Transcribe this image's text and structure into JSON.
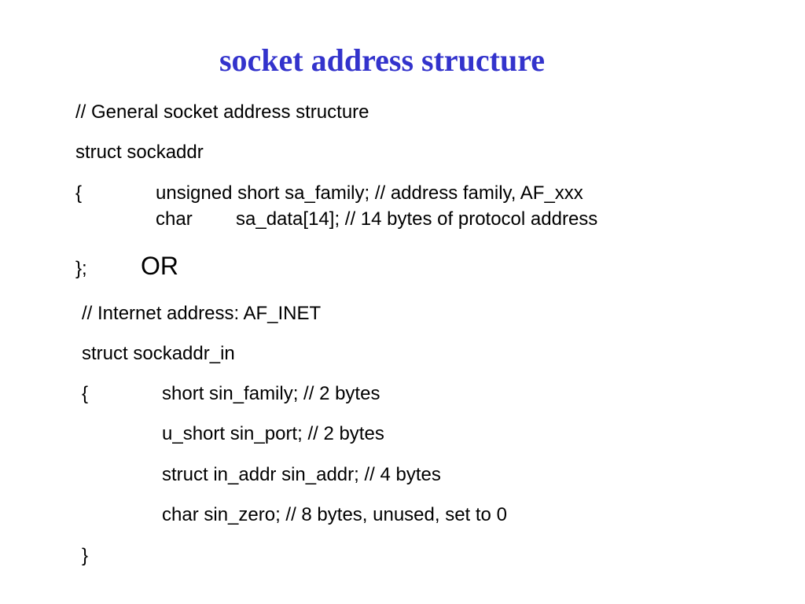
{
  "slide": {
    "title": "socket address structure",
    "accent_color": "#3333cc"
  },
  "sockaddr": {
    "comment": "// General socket address structure",
    "decl": "struct sockaddr",
    "open_brace": "{",
    "field1": "unsigned short sa_family; // address family, AF_xxx",
    "field2_type": "char",
    "field2_rest": "sa_data[14]; // 14 bytes of protocol address",
    "close_brace": "};"
  },
  "separator": "OR",
  "sockaddr_in": {
    "comment": "// Internet address: AF_INET",
    "decl": "struct sockaddr_in",
    "open_brace": "{",
    "fields": [
      "short sin_family;  // 2 bytes",
      "u_short sin_port;  // 2 bytes",
      "struct in_addr sin_addr;  // 4 bytes",
      "char sin_zero; // 8 bytes, unused, set to 0"
    ],
    "close_brace": "}"
  }
}
